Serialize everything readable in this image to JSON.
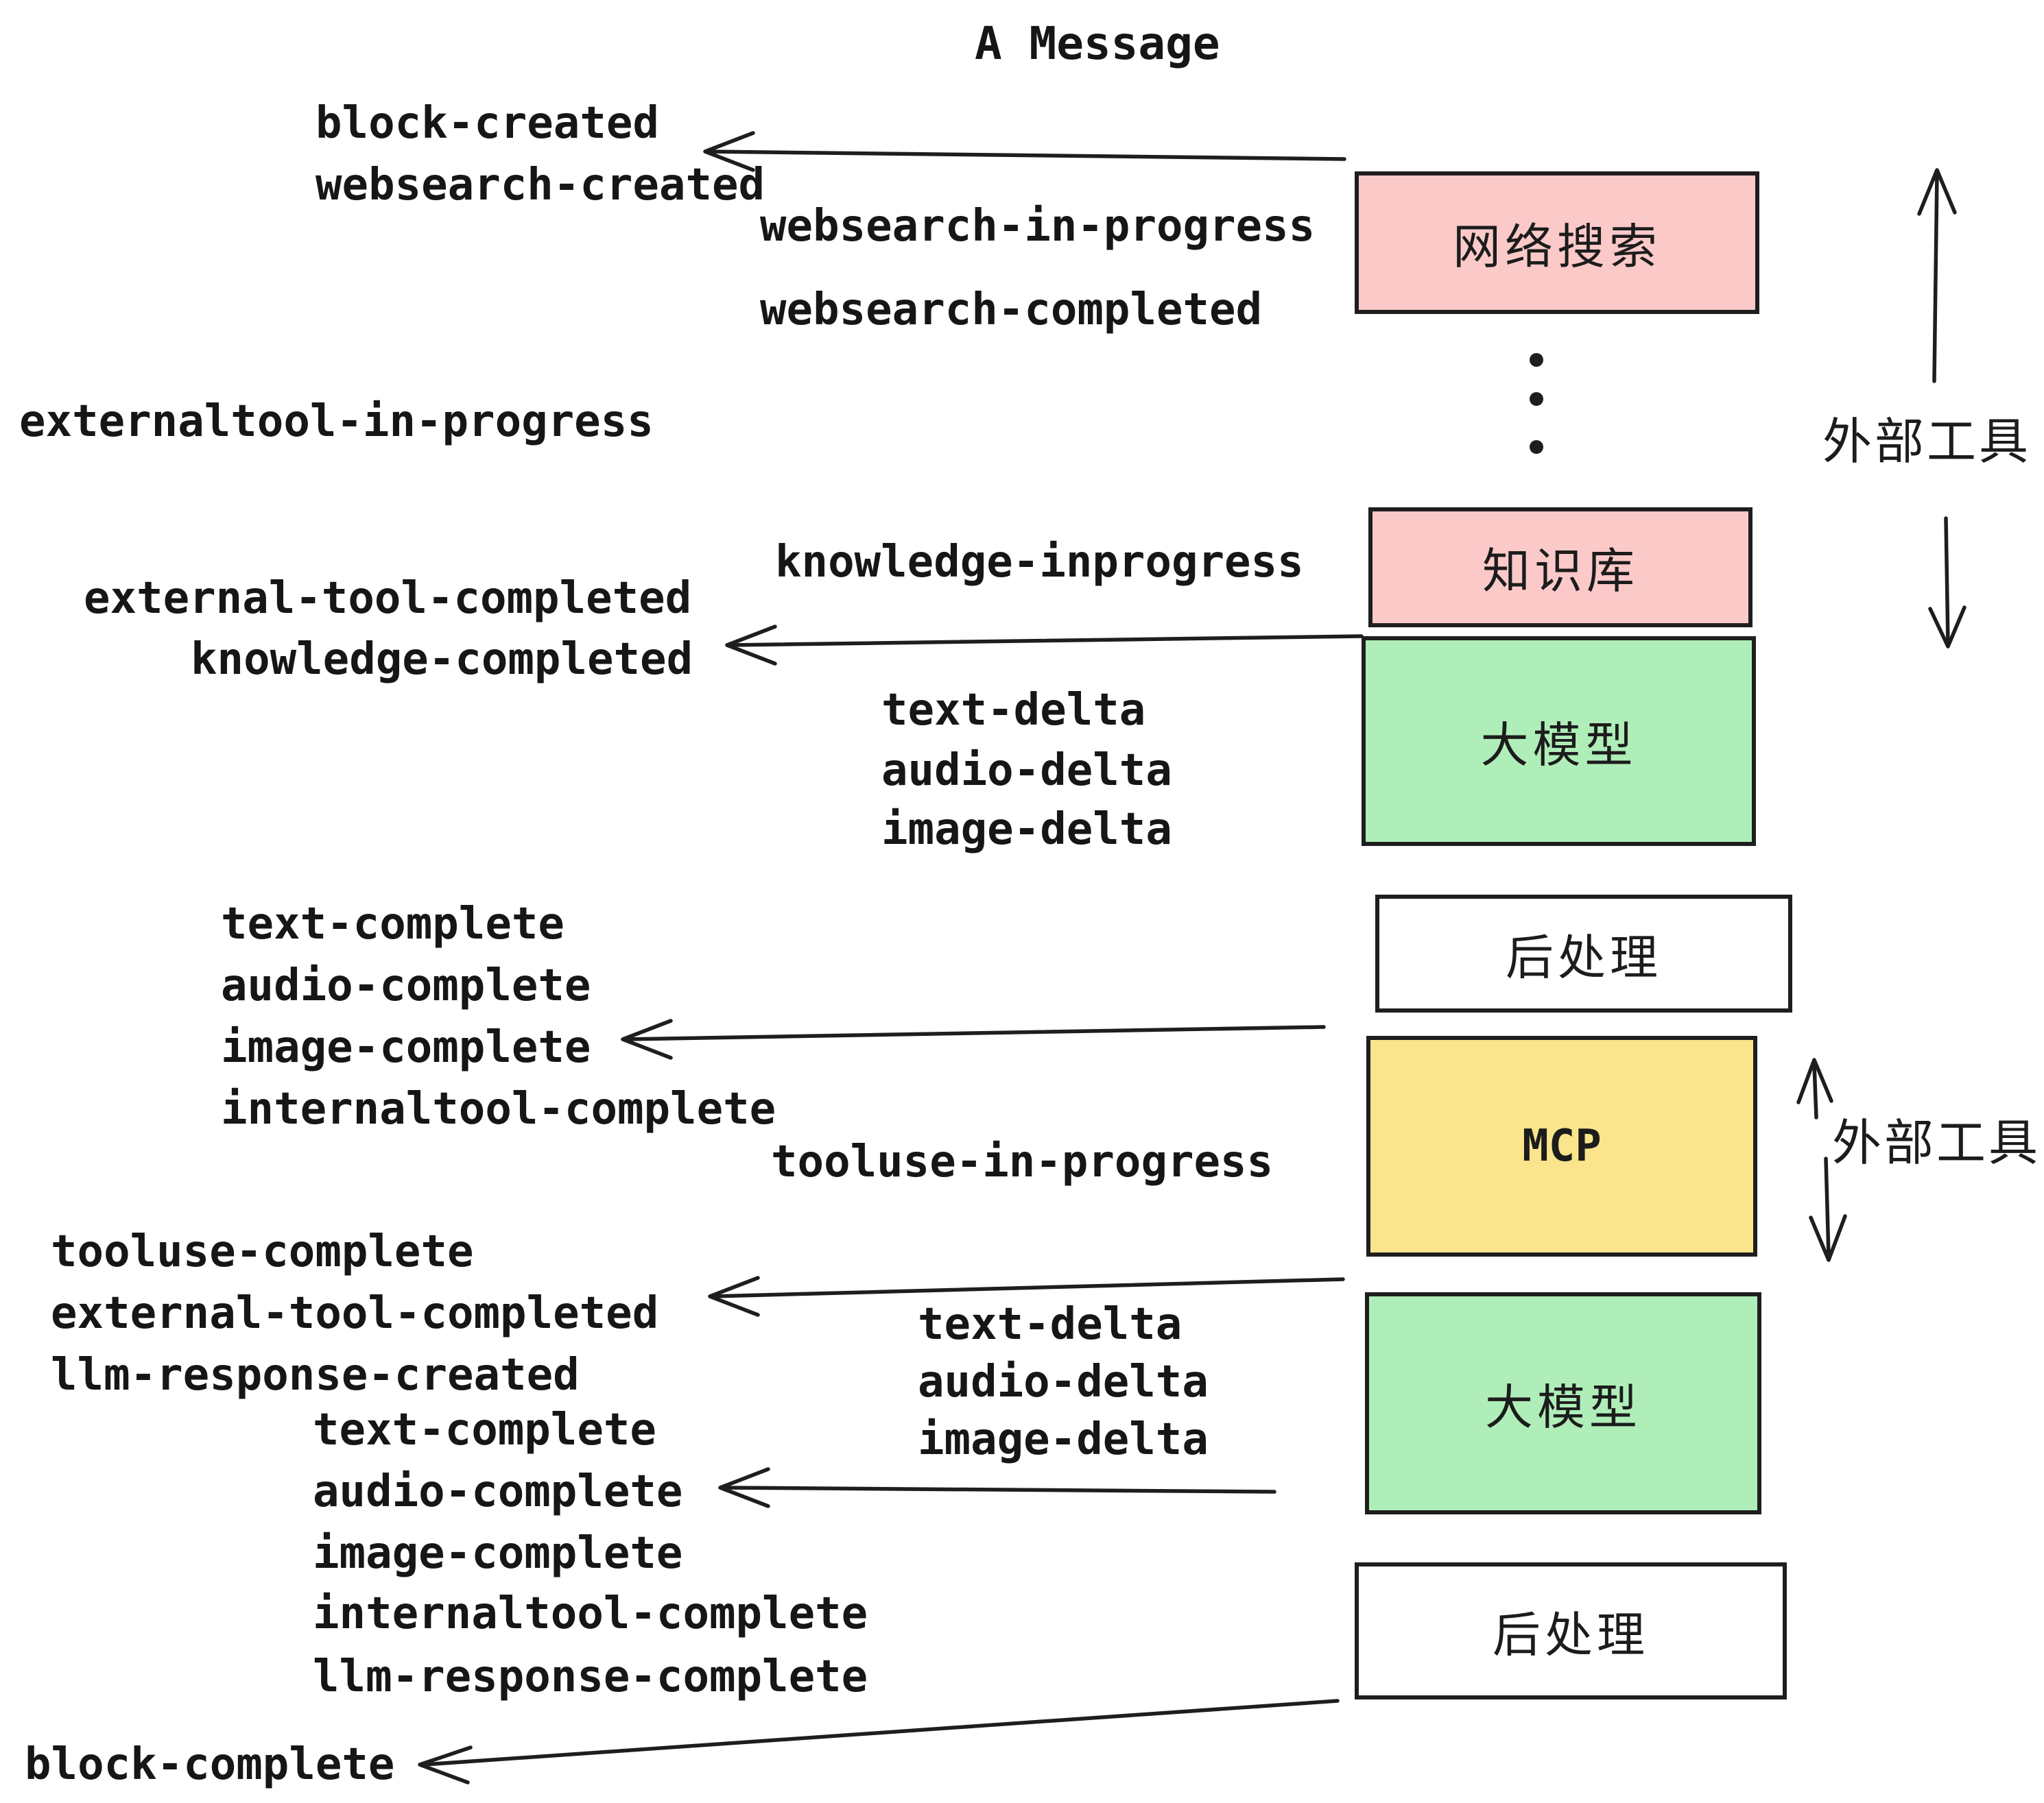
{
  "title": "A Message",
  "colors": {
    "pink": "#fcc9c9",
    "green": "#afeeb9",
    "yellow": "#fae58c",
    "white": "#ffffff",
    "stroke": "#1e1e1e",
    "text": "#161616"
  },
  "boxes": {
    "websearch": {
      "label": "网络搜索",
      "color": "pink"
    },
    "knowledge": {
      "label": "知识库",
      "color": "pink"
    },
    "llm1": {
      "label": "大模型",
      "color": "green"
    },
    "post1": {
      "label": "后处理",
      "color": "white"
    },
    "mcp": {
      "label": "MCP",
      "color": "yellow"
    },
    "llm2": {
      "label": "大模型",
      "color": "green"
    },
    "post2": {
      "label": "后处理",
      "color": "white"
    }
  },
  "side_labels": {
    "external_tools_top": "外部工具",
    "external_tools_mcp": "外部工具"
  },
  "events": {
    "block_created": "block-created",
    "websearch_created": "websearch-created",
    "websearch_in_progress": "websearch-in-progress",
    "websearch_completed": "websearch-completed",
    "externaltool_in_progress": "externaltool-in-progress",
    "knowledge_inprogress": "knowledge-inprogress",
    "external_tool_completed": "external-tool-completed",
    "knowledge_completed": "knowledge-completed",
    "text_delta_1": "text-delta",
    "audio_delta_1": "audio-delta",
    "image_delta_1": "image-delta",
    "text_complete_1": "text-complete",
    "audio_complete_1": "audio-complete",
    "image_complete_1": "image-complete",
    "internaltool_complete_1": "internaltool-complete",
    "tooluse_in_progress": "tooluse-in-progress",
    "tooluse_complete": "tooluse-complete",
    "external_tool_completed_2": "external-tool-completed",
    "llm_response_created": "llm-response-created",
    "text_complete_2": "text-complete",
    "text_delta_2": "text-delta",
    "audio_delta_2": "audio-delta",
    "image_delta_2": "image-delta",
    "audio_complete_2": "audio-complete",
    "image_complete_2": "image-complete",
    "internaltool_complete_2": "internaltool-complete",
    "llm_response_complete": "llm-response-complete",
    "block_complete": "block-complete"
  }
}
